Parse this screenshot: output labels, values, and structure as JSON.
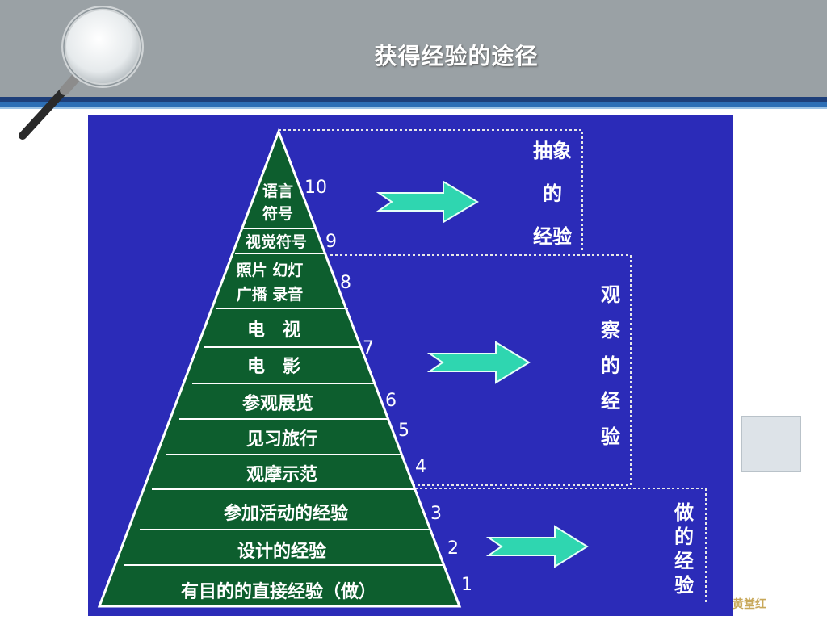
{
  "slide": {
    "title": "获得经验的途径",
    "watermark": "黄堂红"
  },
  "pyramid": {
    "levels": [
      {
        "label_lines": [
          "有目的的直接经验（做）"
        ],
        "number": "1"
      },
      {
        "label_lines": [
          "设计的经验"
        ],
        "number": "2"
      },
      {
        "label_lines": [
          "参加活动的经验"
        ],
        "number": "3"
      },
      {
        "label_lines": [
          "观摩示范"
        ],
        "number": "4"
      },
      {
        "label_lines": [
          "见习旅行"
        ],
        "number": "5"
      },
      {
        "label_lines": [
          "参观展览"
        ],
        "number": "6"
      },
      {
        "label_lines": [
          "电　影"
        ],
        "number": "7"
      },
      {
        "label_lines": [
          "电　视"
        ],
        "number": ""
      },
      {
        "label_lines": [
          "照片 幻灯",
          "广播 录音"
        ],
        "number": "8"
      },
      {
        "label_lines": [
          "视觉符号"
        ],
        "number": "9"
      },
      {
        "label_lines": [
          "语言",
          "符号"
        ],
        "number": "10"
      }
    ]
  },
  "groups": [
    {
      "name": "abstract",
      "chars": [
        "抽象",
        "的",
        "经验"
      ]
    },
    {
      "name": "observe",
      "chars": [
        "观",
        "察",
        "的",
        "经",
        "验"
      ]
    },
    {
      "name": "doing",
      "chars": [
        "做",
        "的",
        "经",
        "验"
      ]
    }
  ],
  "colors": {
    "background": "#2b2bb8",
    "pyramid_fill": "#0d5e2e",
    "arrow_fill": "#2fd6b0",
    "text": "#ffffff"
  }
}
